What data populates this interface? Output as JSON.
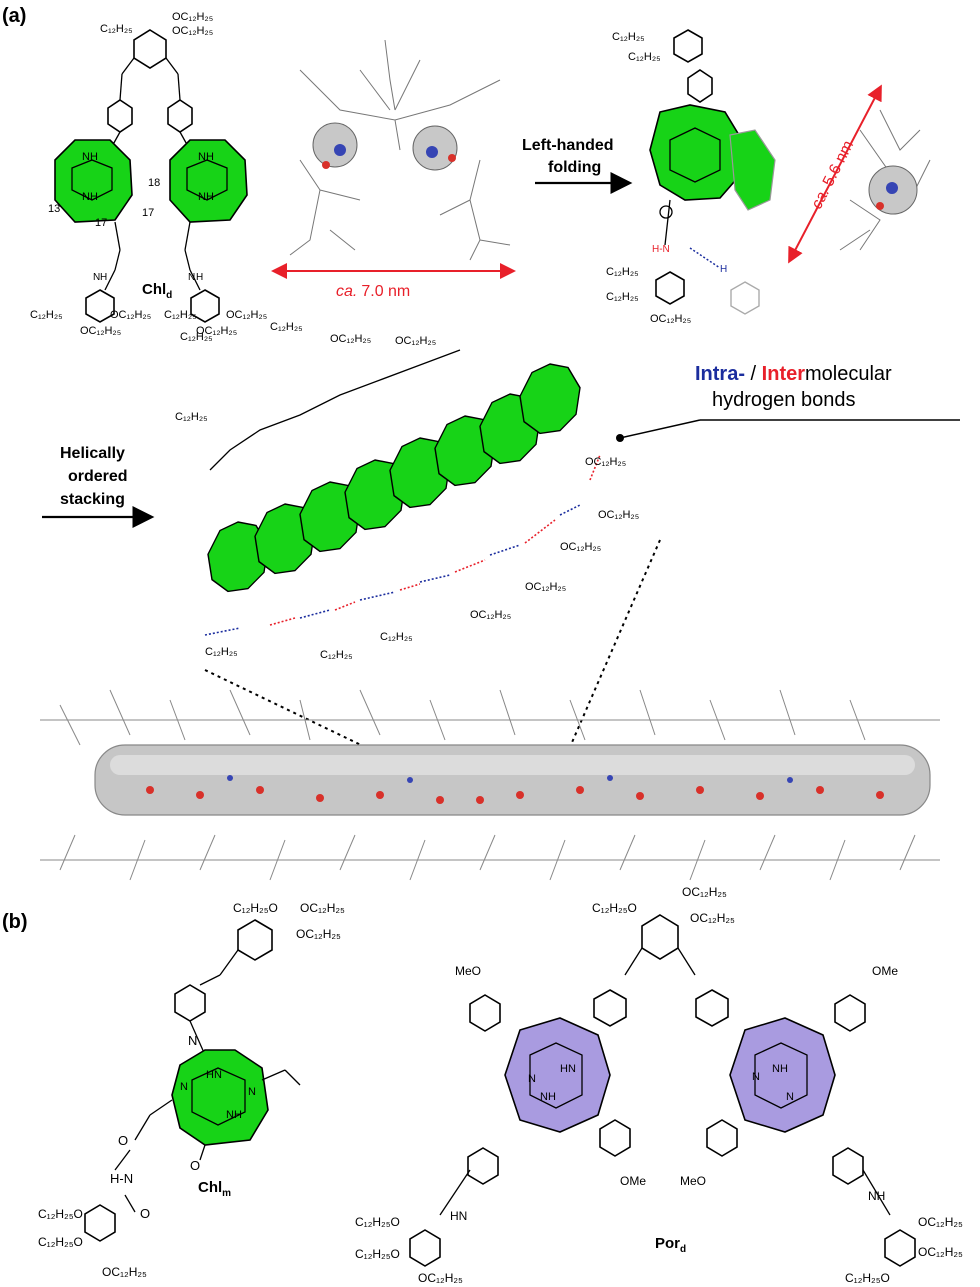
{
  "panels": {
    "a_label": "(a)",
    "b_label": "(b)"
  },
  "panel_a": {
    "compound": {
      "main": "Chl",
      "sub": "d"
    },
    "chain_group": "C₁₂H₂₅",
    "alkoxy_group": "OC₁₂H₂₅",
    "carbon_labels": [
      "13",
      "17",
      "17",
      "18"
    ],
    "distance_open": {
      "prefix": "ca.",
      "value": "7.0 nm"
    },
    "folding_label_line1": "Left-handed",
    "folding_label_line2": "folding",
    "distance_folded": {
      "prefix": "ca.",
      "value": "5.6 nm"
    },
    "stacking_label_line1": "Helically",
    "stacking_label_line2": "ordered",
    "stacking_label_line3": "stacking",
    "hbond_title": {
      "intra": "Intra-",
      "sep": " / ",
      "inter": "Inter",
      "rest": "molecular"
    },
    "hbond_subtitle": "hydrogen bonds"
  },
  "panel_b": {
    "monomer": {
      "main": "Chl",
      "sub": "m"
    },
    "dimer": {
      "main": "Por",
      "sub": "d"
    },
    "methoxy": "MeO",
    "methoxy_right": "OMe",
    "chain_group": "C₁₂H₂₅O",
    "alkoxy_group": "OC₁₂H₂₅"
  },
  "colors": {
    "chlorin_green": "#17d317",
    "porphyrin_purple": "#a99be0",
    "arrow_red": "#e8202a",
    "intra_blue": "#1b2d9e",
    "inter_red": "#e8202a"
  }
}
